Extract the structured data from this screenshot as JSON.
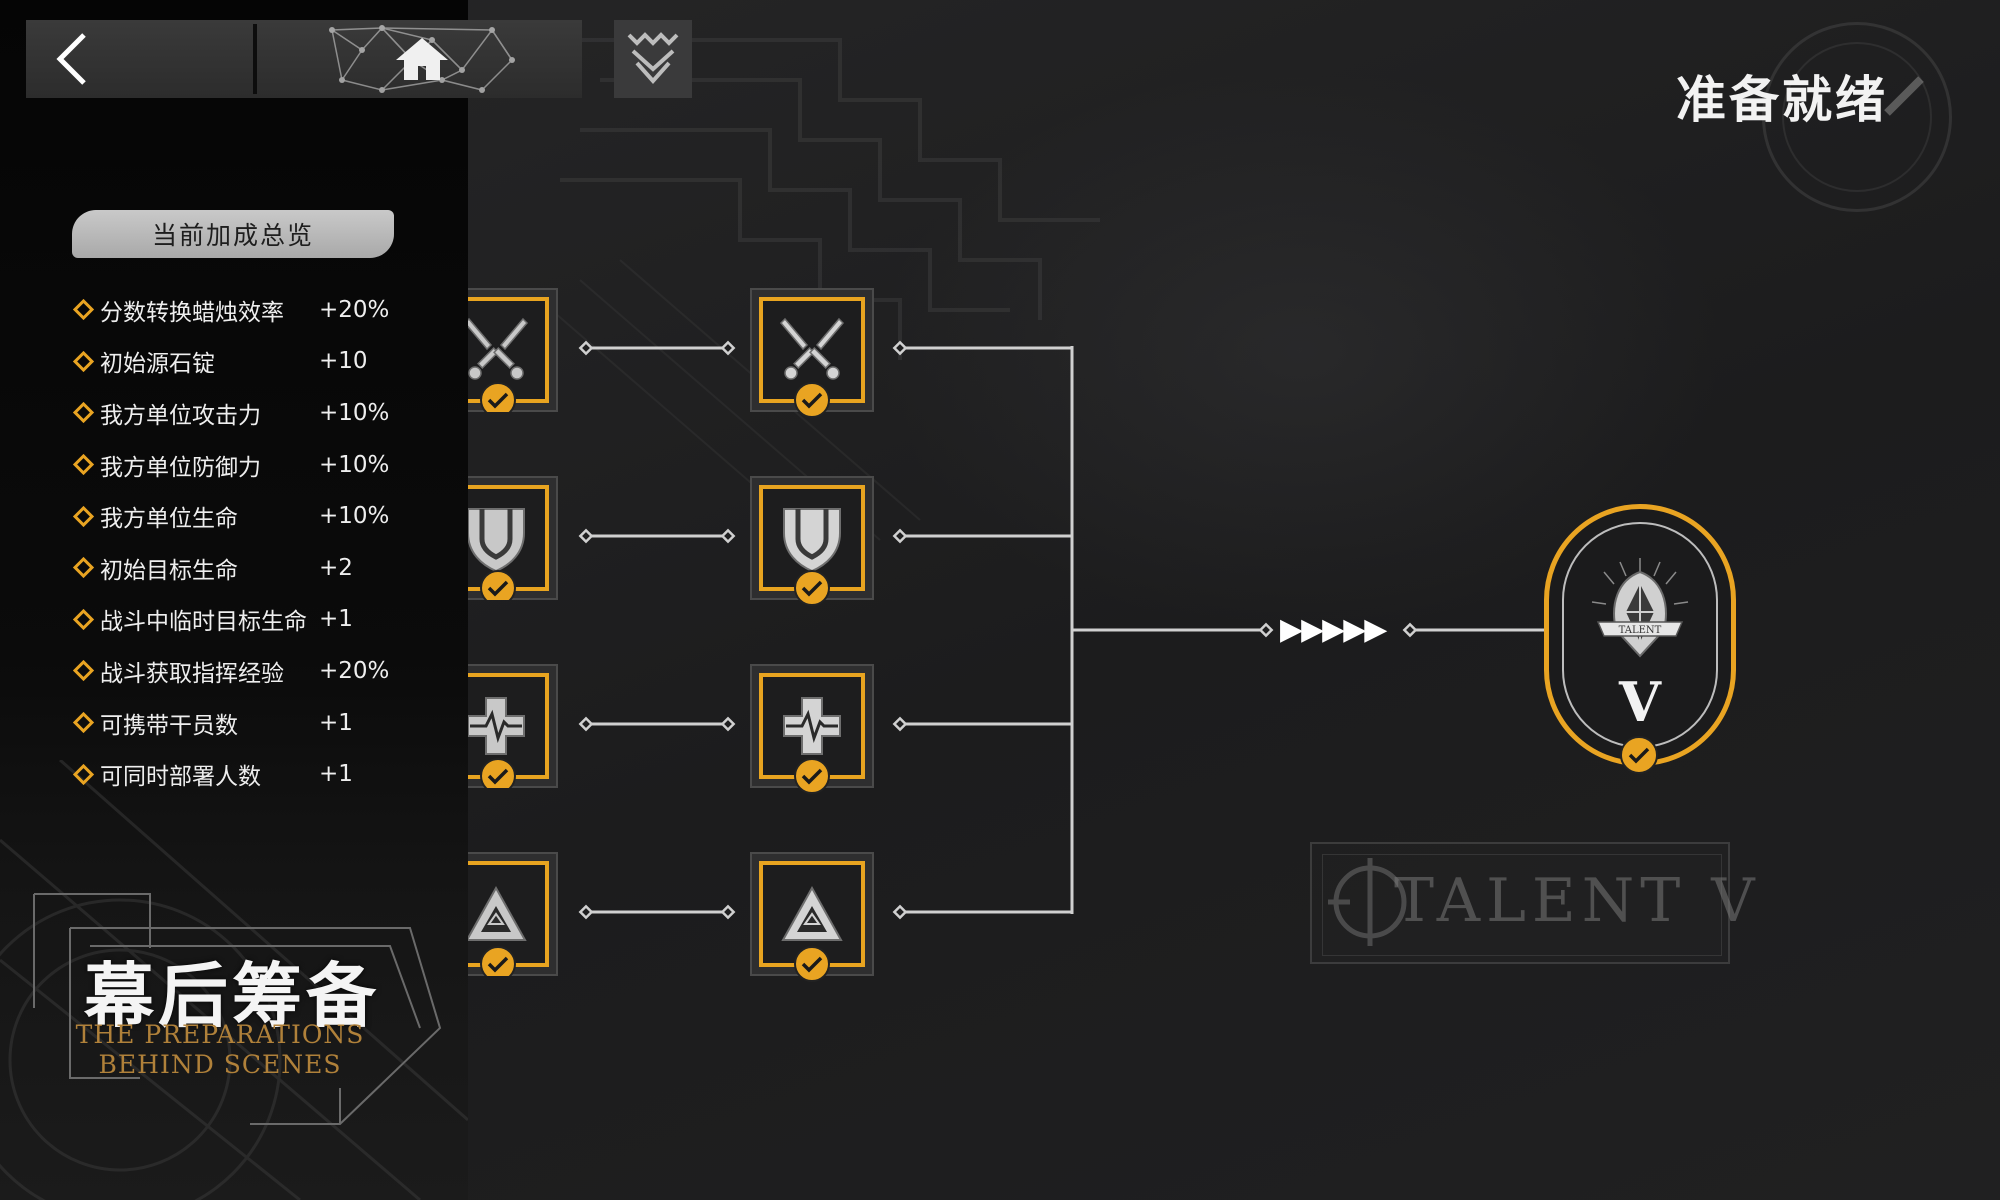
{
  "header": {
    "back_label": "back",
    "home_label": "home",
    "emblem_label": "emblem"
  },
  "status": {
    "ready": "准备就绪"
  },
  "bonus_panel": {
    "title": "当前加成总览",
    "items": [
      {
        "name": "分数转换蜡烛效率",
        "value": "+20%"
      },
      {
        "name": "初始源石锭",
        "value": "+10"
      },
      {
        "name": "我方单位攻击力",
        "value": "+10%"
      },
      {
        "name": "我方单位防御力",
        "value": "+10%"
      },
      {
        "name": "我方单位生命",
        "value": "+10%"
      },
      {
        "name": "初始目标生命",
        "value": "+2"
      },
      {
        "name": "战斗中临时目标生命",
        "value": "+1"
      },
      {
        "name": "战斗获取指挥经验",
        "value": "+20%"
      },
      {
        "name": "可携带干员数",
        "value": "+1"
      },
      {
        "name": "可同时部署人数",
        "value": "+1"
      }
    ]
  },
  "mission": {
    "title": "幕后筹备",
    "subtitle_line1": "THE PREPARATIONS",
    "subtitle_line2": "BEHIND SCENES"
  },
  "talent_tree": {
    "rows": [
      {
        "icon": "crossed-swords-icon",
        "completed": true
      },
      {
        "icon": "shield-icon",
        "completed": true
      },
      {
        "icon": "medical-cross-icon",
        "completed": true
      },
      {
        "icon": "triangle-eye-icon",
        "completed": true
      }
    ],
    "arrows": "▶▶▶▶▶",
    "final_node": {
      "numeral": "V",
      "banner": "TALENT",
      "completed": true
    },
    "plate_text": "TALENT V"
  },
  "colors": {
    "accent": "#e9a422",
    "background": "#1f1f20",
    "sidebar": "#0b0b0b"
  }
}
